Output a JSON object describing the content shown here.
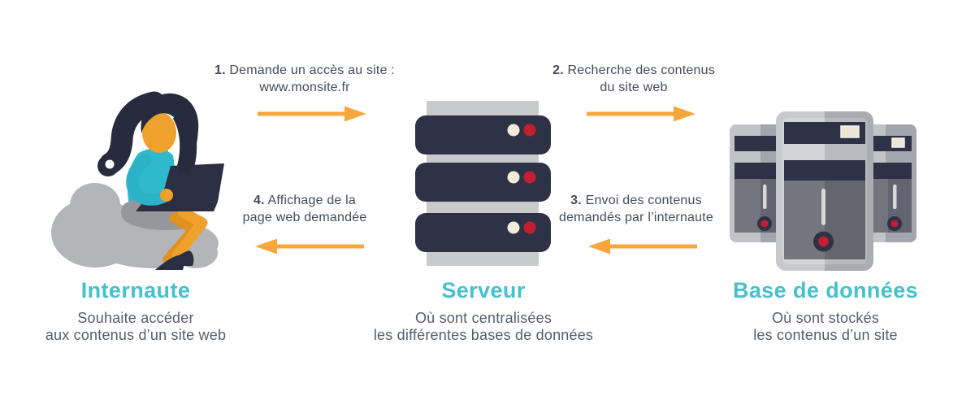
{
  "colors": {
    "accent_teal": "#44c1cd",
    "arrow_orange": "#f6a63b",
    "dark_navy": "#2e3246",
    "indicator_red": "#c41f31",
    "text_dark": "#454a5e",
    "text_gray": "#575c6d"
  },
  "steps": [
    {
      "num": "1.",
      "line1": "Demande un accès au site :",
      "line2": "www.monsite.fr",
      "direction": "right"
    },
    {
      "num": "2.",
      "line1": "Recherche des contenus",
      "line2": "du site web",
      "direction": "right"
    },
    {
      "num": "3.",
      "line1": "Envoi des contenus",
      "line2": "demandés par l’internaute",
      "direction": "left"
    },
    {
      "num": "4.",
      "line1": "Affichage de la",
      "line2": "page web demandée",
      "direction": "left"
    }
  ],
  "entities": [
    {
      "title": "Internaute",
      "desc1": "Souhaite accéder",
      "desc2": "aux contenus d’un site web",
      "illustration": "woman-on-cloud-with-laptop"
    },
    {
      "title": "Serveur",
      "desc1": "Où sont centralisées",
      "desc2": "les différentes bases de données",
      "illustration": "server-stack"
    },
    {
      "title": "Base de données",
      "desc1": "Où sont stockés",
      "desc2": "les contenus d’un site",
      "illustration": "database-towers"
    }
  ]
}
